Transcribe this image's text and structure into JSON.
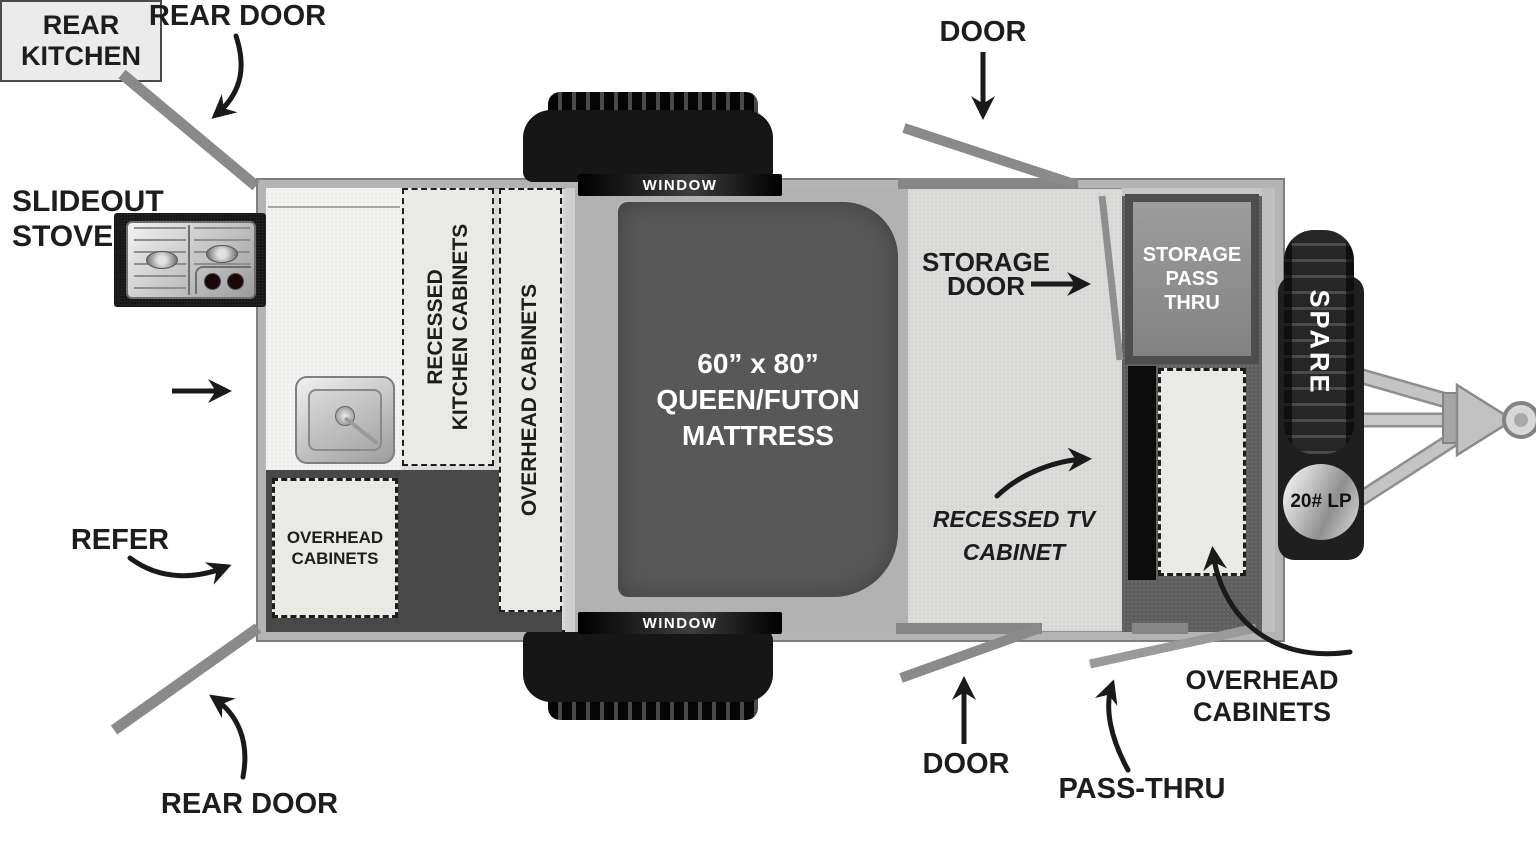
{
  "callouts": {
    "rear_door_top": "REAR DOOR",
    "slideout_line1": "SLIDEOUT",
    "slideout_line2": "STOVE",
    "rear_kitchen_line1": "REAR",
    "rear_kitchen_line2": "KITCHEN",
    "refer": "REFER",
    "rear_door_bottom": "REAR DOOR",
    "door_top": "DOOR",
    "storage_door_line1": "STORAGE",
    "storage_door_line2": "DOOR",
    "recessed_tv": "RECESSED TV CABINET",
    "door_bottom": "DOOR",
    "pass_thru": "PASS-THRU",
    "overhead_right_line1": "OVERHEAD",
    "overhead_right_line2": "CABINETS"
  },
  "interior": {
    "recessed_kitchen_line1": "RECESSED",
    "recessed_kitchen_line2": "KITCHEN CABINETS",
    "overhead_strip": "OVERHEAD CABINETS",
    "refer_box_line1": "OVERHEAD",
    "refer_box_line2": "CABINETS",
    "mattress_line1": "60” x 80”",
    "mattress_line2": "QUEEN/FUTON",
    "mattress_line3": "MATTRESS",
    "storage_pass_line1": "STORAGE",
    "storage_pass_line2": "PASS",
    "storage_pass_line3": "THRU",
    "window_top": "WINDOW",
    "window_bottom": "WINDOW"
  },
  "exterior": {
    "spare": "SPARE",
    "lp": "20# LP"
  },
  "colors": {
    "wall": "#b4b4b4",
    "floor": "#dcdcda",
    "counter": "#f3f3f1",
    "cabinet_light": "#e9e9e5",
    "dark_zone": "#484848",
    "passthru_dark": "#5e5e5e",
    "mattress": "#585858",
    "window_bar": "#161616",
    "door_line": "#8a8a8a",
    "arrow": "#1a1a1a",
    "storage_box": "#8f8f8f",
    "tire": "#262626"
  }
}
